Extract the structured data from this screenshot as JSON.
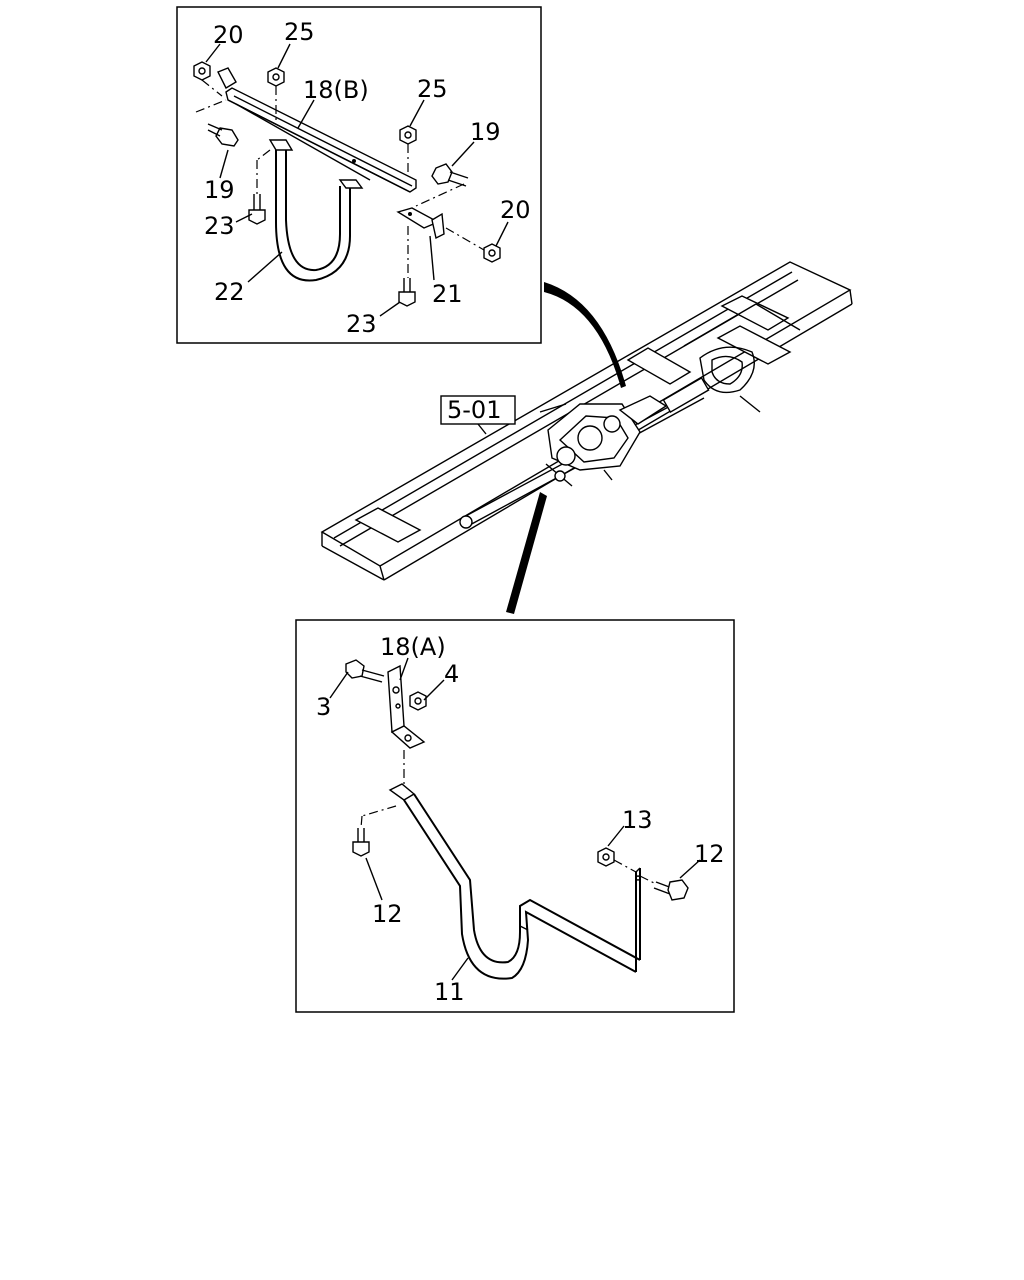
{
  "reference_label": "5-01",
  "top_inset": {
    "callouts": {
      "c20a": "20",
      "c25a": "25",
      "c18b": "18(B)",
      "c25b": "25",
      "c19a": "19",
      "c19b": "19",
      "c23a": "23",
      "c20b": "20",
      "c22": "22",
      "c21": "21",
      "c23b": "23"
    }
  },
  "bottom_inset": {
    "callouts": {
      "c18a": "18(A)",
      "c3": "3",
      "c4": "4",
      "c13": "13",
      "c12a": "12",
      "c12b": "12",
      "c11": "11"
    }
  }
}
